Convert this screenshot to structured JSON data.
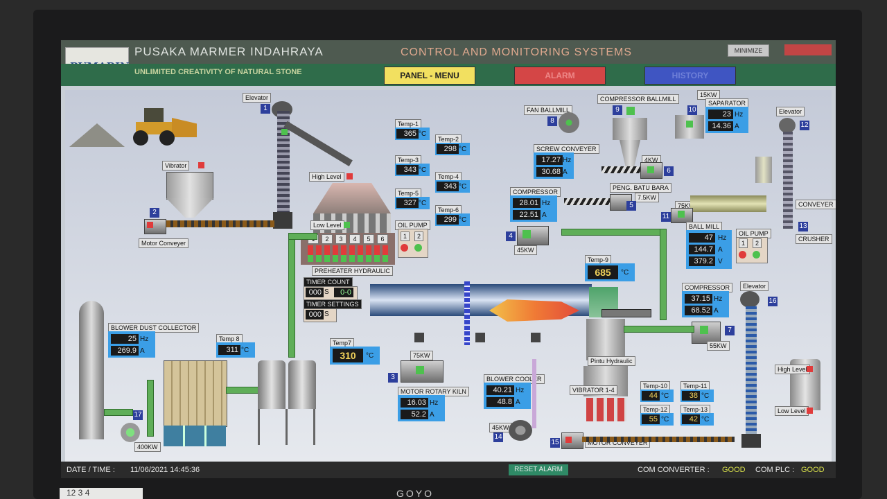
{
  "header": {
    "logo_text": "PUMARIN",
    "company": "PUSAKA MARMER INDAHRAYA",
    "tagline": "UNLIMITED CREATIVITY OF NATURAL STONE",
    "system_title": "CONTROL AND MONITORING SYSTEMS",
    "minimize_label": "MINIMIZE",
    "menu": [
      {
        "label": "PANEL - MENU",
        "color": "#f2e060"
      },
      {
        "label": "ALARM",
        "color": "#d44646"
      },
      {
        "label": "HISTORY",
        "color": "#3f55c2"
      }
    ]
  },
  "labels": {
    "elevator": "Elevator",
    "vibrator": "Vibrator",
    "motor_conveyer": "Motor Conveyer",
    "high_level": "High Level",
    "low_level": "Low Level",
    "preheater": "PREHEATER HYDRAULIC",
    "oil_pump": "OIL PUMP",
    "timer_count": "TIMER COUNT",
    "timer_settings": "TIMER SETTINGS",
    "blower_dust": "BLOWER DUST COLLECTOR",
    "motor_rotary_kiln": "MOTOR ROTARY KILN",
    "blower_cooler": "BLOWER COOLER",
    "vibrator_14": "VIBRATOR 1-4",
    "pintu_hydraulic": "Pintu Hydraulic",
    "motor_conveyer_caps": "MOTOR CONVEYER",
    "fan_ballmill": "FAN BALLMILL",
    "compressor_ballmill": "COMPRESSOR BALLMILL",
    "screw_conveyer": "SCREW CONVEYER",
    "compressor": "COMPRESSOR",
    "peng_batu_bara": "PENG. BATU BARA",
    "saparator": "SAPARATOR",
    "ball_mill": "BALL MILL",
    "conveyer": "CONVEYER",
    "crusher": "CRUSHER"
  },
  "units": {
    "hz": "Hz",
    "a": "A",
    "v": "V",
    "c": "°C",
    "s": "S"
  },
  "temps": [
    {
      "name": "Temp-1",
      "value": "365"
    },
    {
      "name": "Temp-2",
      "value": "298"
    },
    {
      "name": "Temp-3",
      "value": "343"
    },
    {
      "name": "Temp-4",
      "value": "343"
    },
    {
      "name": "Temp-5",
      "value": "327"
    },
    {
      "name": "Temp-6",
      "value": "299"
    },
    {
      "name": "Temp7",
      "value": "310"
    },
    {
      "name": "Temp 8",
      "value": "311"
    },
    {
      "name": "Temp-9",
      "value": "685"
    },
    {
      "name": "Temp-10",
      "value": "44"
    },
    {
      "name": "Temp-11",
      "value": "38"
    },
    {
      "name": "Temp-12",
      "value": "55"
    },
    {
      "name": "Temp-13",
      "value": "42"
    }
  ],
  "preheater_cells": [
    "1",
    "2",
    "3",
    "4",
    "5",
    "6"
  ],
  "oil_pump_cells": [
    "1",
    "2"
  ],
  "timer": {
    "count_a": "000",
    "count_b": "0-0",
    "settings": "000"
  },
  "blower_dust": {
    "hz": "25",
    "a": "269.9",
    "power": "400KW",
    "id": "17"
  },
  "kiln": {
    "hz": "16.03",
    "a": "52.2",
    "power": "75KW",
    "id": "3"
  },
  "blower_cooler": {
    "hz": "40.21",
    "a": "48.8",
    "power": "45KW",
    "id": "14"
  },
  "screw_conveyer": {
    "hz": "17.27",
    "a": "30.68",
    "power": "4KW",
    "id": "6"
  },
  "compressor_left": {
    "hz": "28.01",
    "a": "22.51",
    "power": "45KW",
    "id": "4"
  },
  "peng_batu_bara": {
    "power": "7.5KW",
    "id": "5"
  },
  "saparator": {
    "hz": "23",
    "a": "14.36",
    "power": "15KW",
    "id": "10"
  },
  "ball_mill": {
    "hz": "47",
    "a": "144.7",
    "v": "379.2",
    "power": "75KW",
    "id": "11"
  },
  "compressor_right": {
    "hz": "37.15",
    "a": "68.52",
    "power": "55KW",
    "id": "7"
  },
  "ids": {
    "elevator": "1",
    "motor_conveyer": "2",
    "fan_ballmill": "8",
    "compressor_ballmill": "9",
    "elevator_right": "12",
    "conveyer": "13",
    "motor_conveyer_bottom": "15",
    "elevator_far": "16"
  },
  "footer": {
    "datetime_label": "DATE / TIME :",
    "datetime_value": "11/06/2021 14:45:36",
    "reset_alarm": "RESET ALARM",
    "com_converter_label": "COM CONVERTER :",
    "com_converter_value": "GOOD",
    "com_plc_label": "COM PLC :",
    "com_plc_value": "GOOD"
  },
  "monitor": {
    "brand": "GOYO",
    "sticker": "12 3 4"
  },
  "colors": {
    "ok": "#7fe07f",
    "alarm_red": "#e03b3b",
    "panel_blue": "#3b9ee6"
  }
}
